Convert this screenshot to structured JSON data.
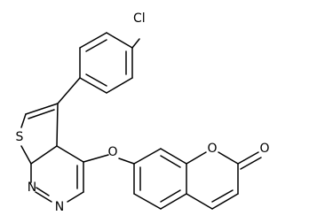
{
  "molecule": {
    "atom_labels": {
      "chlorine": "Cl",
      "thiophene_sulfur": "S",
      "ether_oxygen": "O",
      "lactone_ring_oxygen": "O",
      "carbonyl_oxygen": "O",
      "pyrimidine_n1": "N",
      "pyrimidine_n3": "N"
    }
  }
}
